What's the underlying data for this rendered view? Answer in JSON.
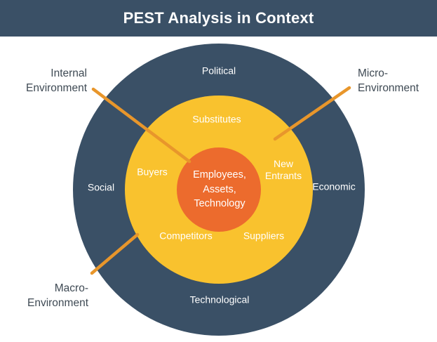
{
  "header": {
    "title": "PEST Analysis in Context",
    "bg_color": "#3a5066",
    "text_color": "#ffffff"
  },
  "colors": {
    "outer_ring": "#3a5066",
    "middle_ring": "#f9c22e",
    "inner_circle": "#ec6b2d",
    "connector_line": "#e8962b",
    "callout_text": "#3f4a54",
    "ring_label_text": "#ffffff",
    "page_background": "#ffffff"
  },
  "diagram": {
    "type": "concentric-circles",
    "rings": [
      {
        "name": "macro-environment",
        "color": "#3a5066",
        "radius": 208,
        "labels": [
          "Political",
          "Social",
          "Economic",
          "Technological"
        ]
      },
      {
        "name": "micro-environment",
        "color": "#f9c22e",
        "radius": 134,
        "labels": [
          "Substitutes",
          "Buyers",
          "New\nEntrants",
          "Competitors",
          "Suppliers"
        ]
      },
      {
        "name": "internal-environment",
        "color": "#ec6b2d",
        "radius": 60,
        "labels": [
          "Employees,\nAssets,\nTechnology"
        ]
      }
    ]
  },
  "outer_ring_labels": {
    "political": "Political",
    "social": "Social",
    "economic": "Economic",
    "technological": "Technological"
  },
  "middle_ring_labels": {
    "substitutes": "Substitutes",
    "buyers": "Buyers",
    "new_entrants": "New\nEntrants",
    "competitors": "Competitors",
    "suppliers": "Suppliers"
  },
  "inner_circle_label": {
    "text": "Employees,\nAssets,\nTechnology"
  },
  "callouts": {
    "internal": "Internal\nEnvironment",
    "micro": "Micro-\nEnvironment",
    "macro": "Macro-\nEnvironment"
  }
}
